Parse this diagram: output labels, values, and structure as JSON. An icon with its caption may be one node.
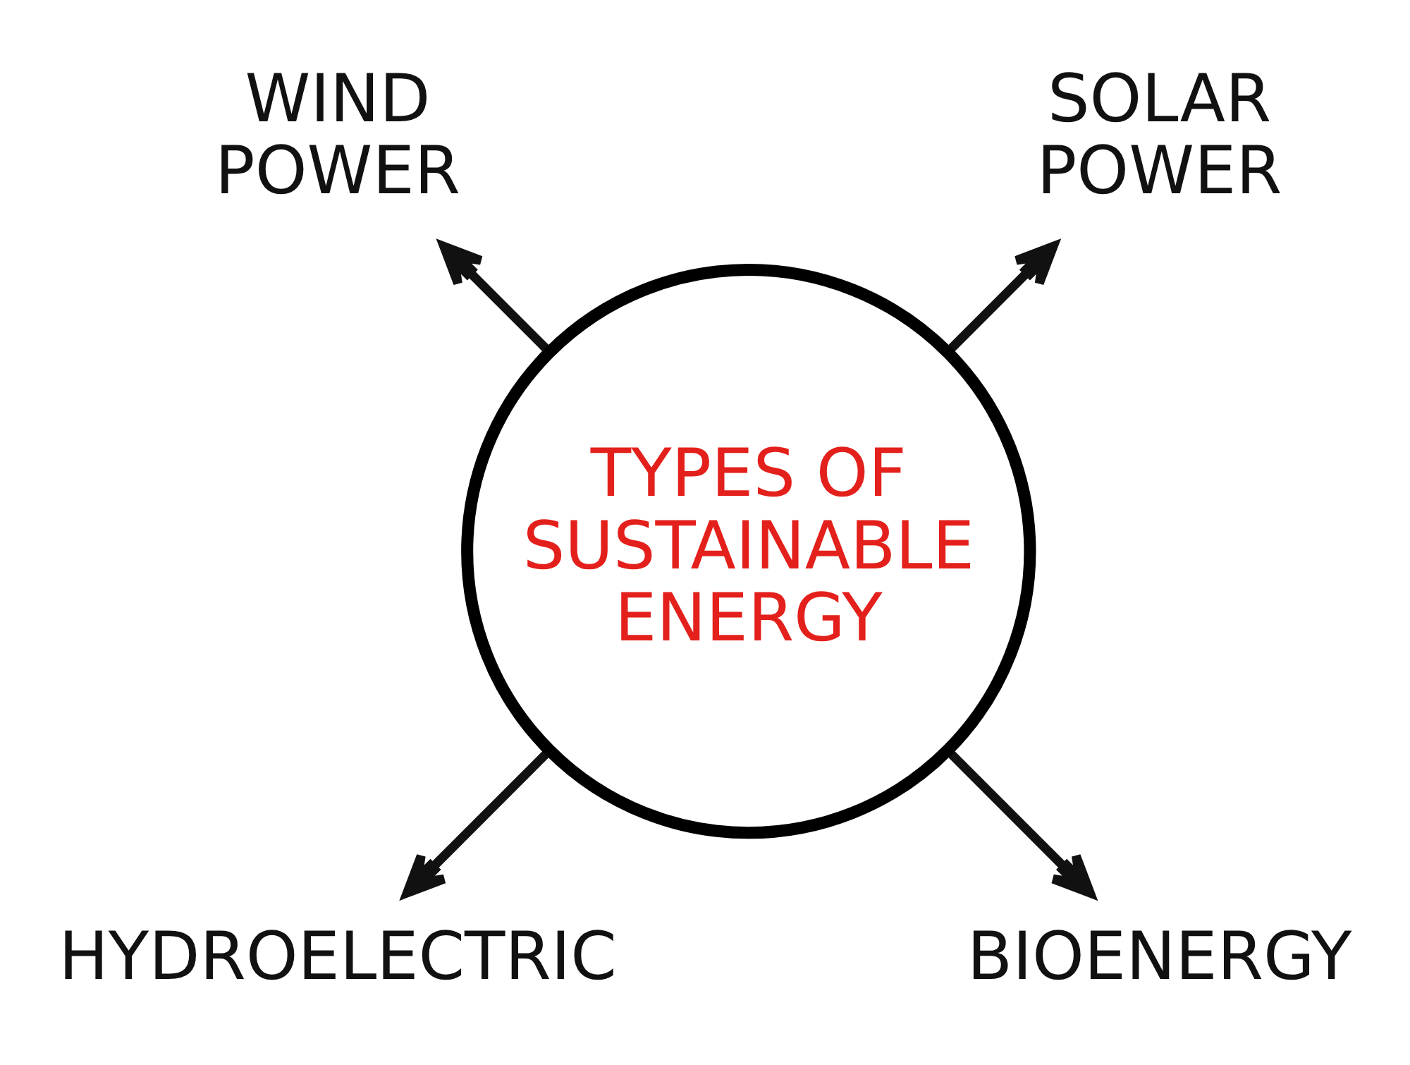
{
  "diagram": {
    "nodes": [
      {
        "text": [
          "WIND POWER"
        ]
      },
      {
        "text": [
          "SOLAR POWER"
        ]
      },
      {
        "text": [
          "TYPES OF SUSTAINABLE ENERGY"
        ]
      },
      {
        "text": [
          "HYDROELECTRIC"
        ]
      },
      {
        "text": [
          "BIOENERGY"
        ]
      }
    ],
    "edges": [
      {
        "from": 2,
        "to": 0,
        "arrow": "to"
      },
      {
        "from": 2,
        "to": 1,
        "arrow": "to"
      },
      {
        "from": 2,
        "to": 3,
        "arrow": "to"
      },
      {
        "from": 2,
        "to": 4,
        "arrow": "to"
      }
    ]
  }
}
